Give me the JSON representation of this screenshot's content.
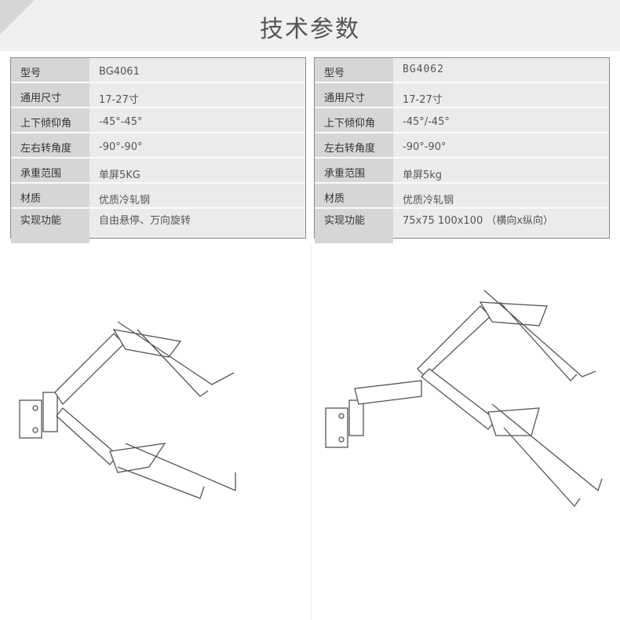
{
  "title": "技术参数",
  "products": [
    {
      "rows": [
        {
          "label": "型号",
          "value": "BG4061"
        },
        {
          "label": "通用尺寸",
          "value": "17-27寸"
        },
        {
          "label": "上下倾仰角",
          "value": "-45°-45°"
        },
        {
          "label": "左右转角度",
          "value": "-90°-90°"
        },
        {
          "label": "承重范围",
          "value": "单屏5KG"
        },
        {
          "label": "材质",
          "value": "优质冷轧钢"
        },
        {
          "label": "实现功能",
          "value": "自由悬停、万向旋转"
        }
      ]
    },
    {
      "rows": [
        {
          "label": "型号",
          "value": "BG4062"
        },
        {
          "label": "通用尺寸",
          "value": "17-27寸"
        },
        {
          "label": "上下倾仰角",
          "value": "-45°/-45°"
        },
        {
          "label": "左右转角度",
          "value": "-90°-90°"
        },
        {
          "label": "承重范围",
          "value": "单屏5kg"
        },
        {
          "label": "材质",
          "value": "优质冷轧钢"
        },
        {
          "label": "实现功能",
          "value": "75x75 100x100 （横向x纵向）"
        }
      ]
    }
  ]
}
